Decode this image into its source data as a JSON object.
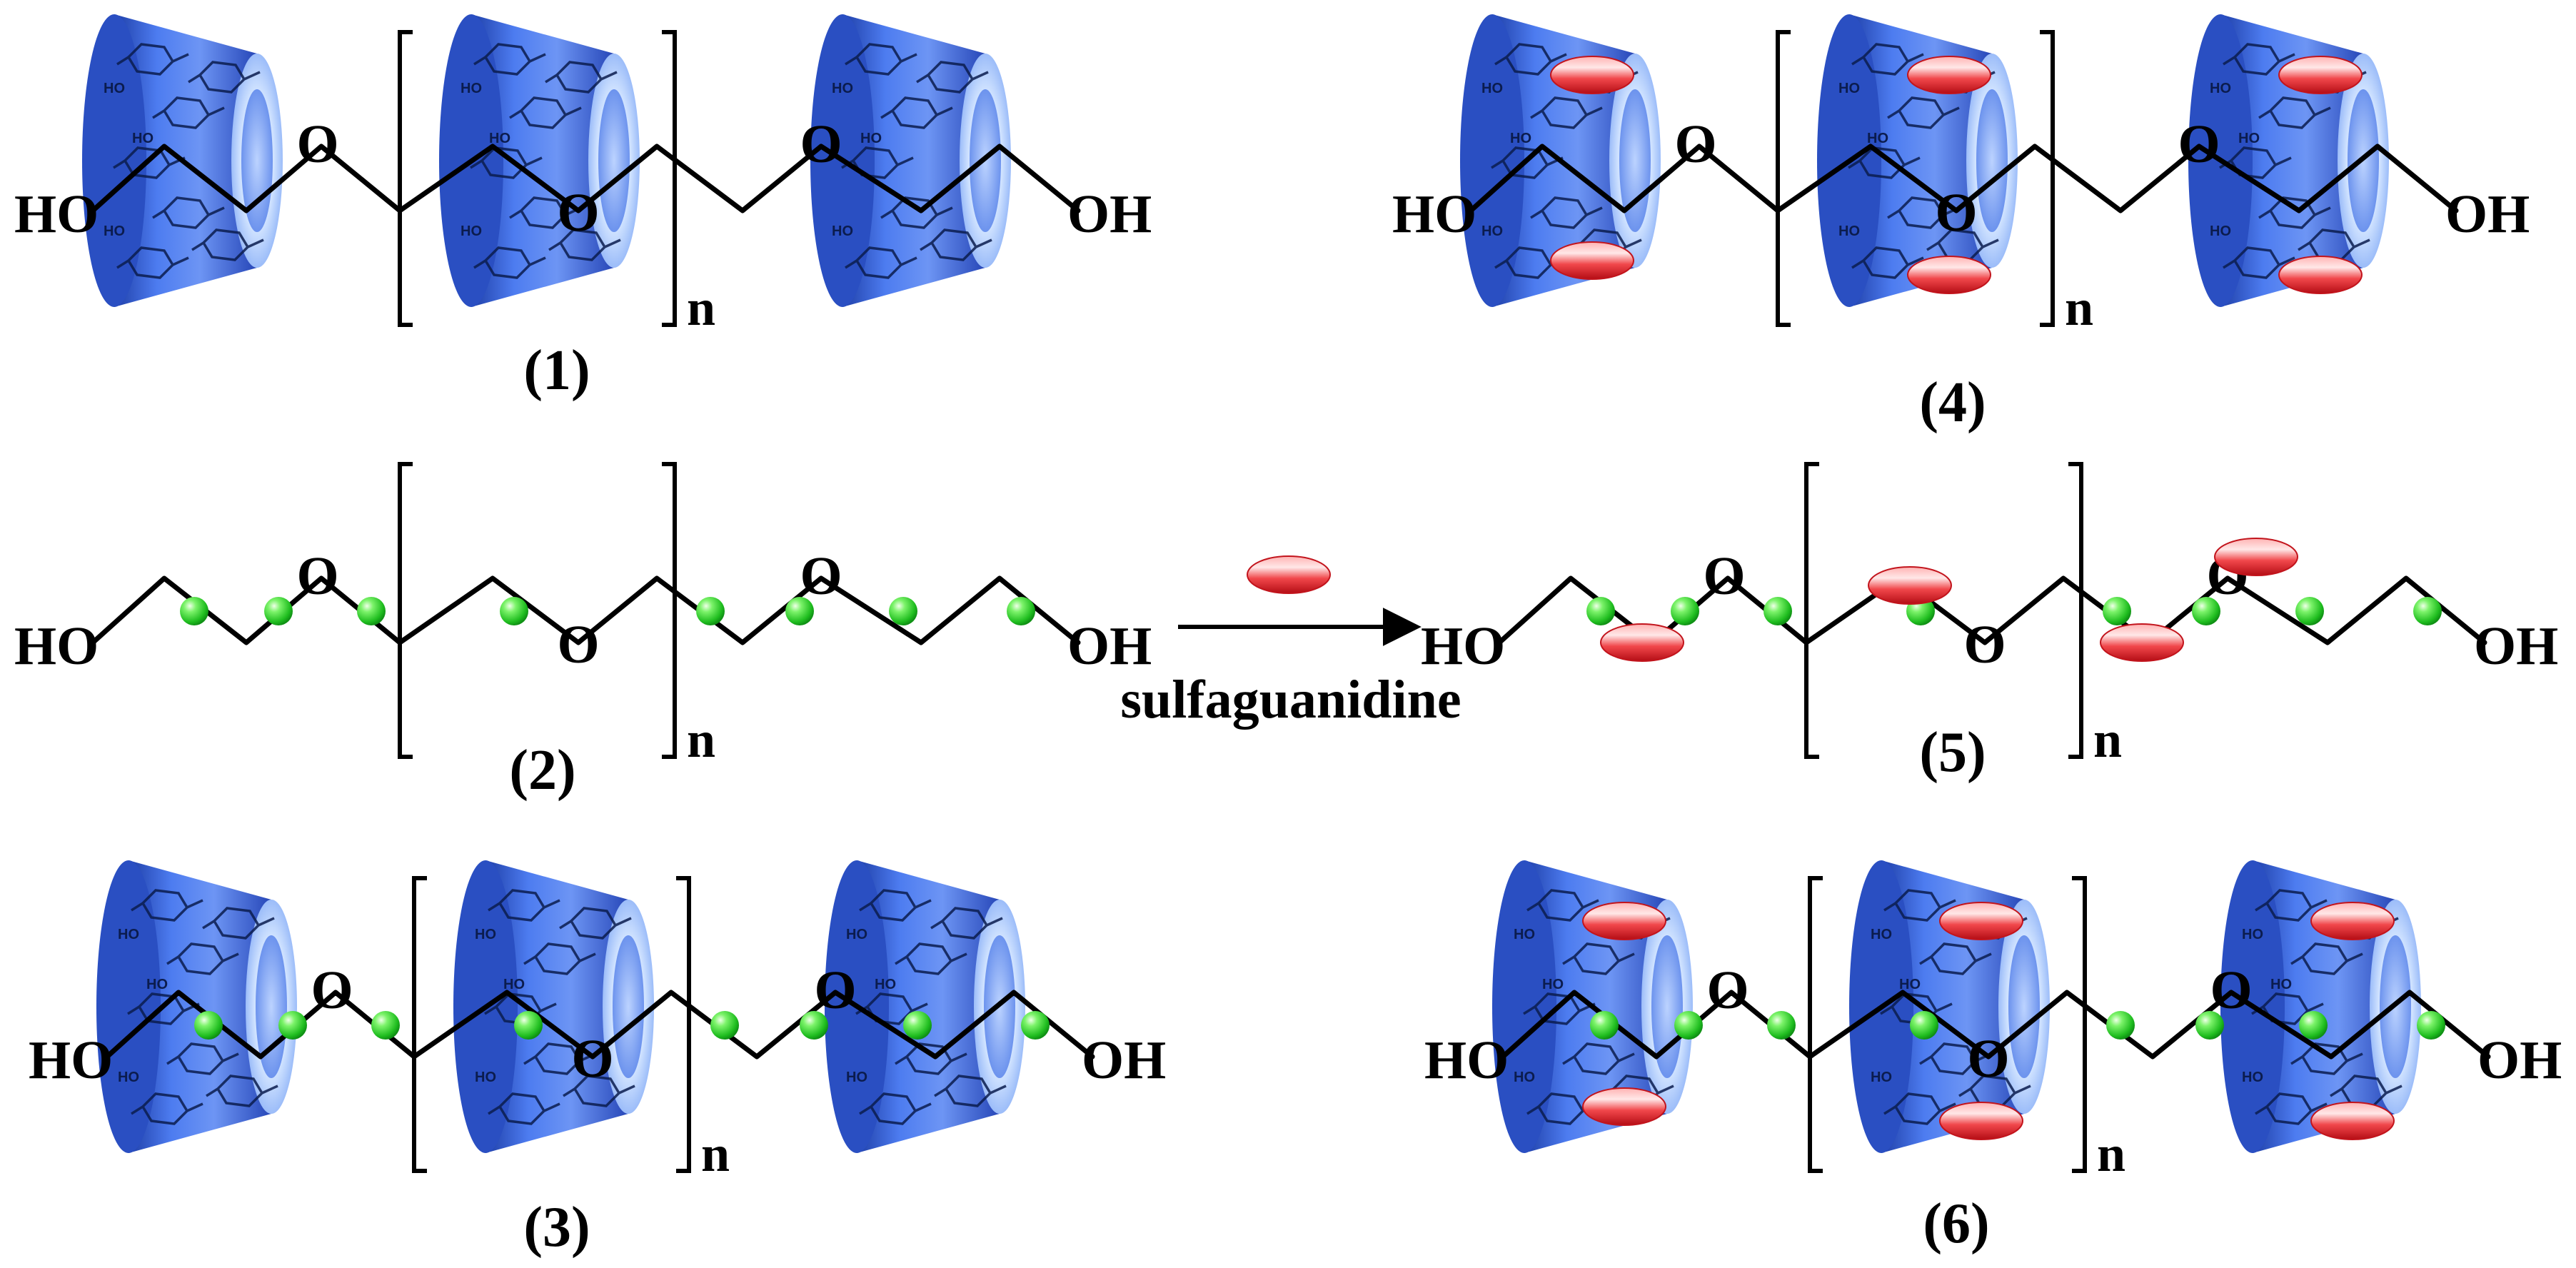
{
  "labels": {
    "ho": "HO",
    "oh": "OH",
    "o": "O",
    "n": "n",
    "ring_ho": "HO"
  },
  "reagent": {
    "name": "sulfaguanidine"
  },
  "compounds": [
    {
      "id": "1",
      "caption": "(1)",
      "cyclodextrin": true,
      "green_beads": false,
      "drug": false
    },
    {
      "id": "2",
      "caption": "(2)",
      "cyclodextrin": false,
      "green_beads": true,
      "drug": false
    },
    {
      "id": "3",
      "caption": "(3)",
      "cyclodextrin": true,
      "green_beads": true,
      "drug": false
    },
    {
      "id": "4",
      "caption": "(4)",
      "cyclodextrin": true,
      "green_beads": false,
      "drug": true
    },
    {
      "id": "5",
      "caption": "(5)",
      "cyclodextrin": false,
      "green_beads": true,
      "drug": true
    },
    {
      "id": "6",
      "caption": "(6)",
      "cyclodextrin": true,
      "green_beads": true,
      "drug": true
    }
  ],
  "colors": {
    "cyclodextrin": "#3f6fe0",
    "bead": "#33dd33",
    "drug": "#e8222a",
    "line": "#000000"
  },
  "icons": {
    "cyclodextrin": "truncated-cone-icon",
    "bead": "green-sphere-icon",
    "drug": "red-ellipsoid-icon",
    "arrow": "right-arrow-icon"
  }
}
